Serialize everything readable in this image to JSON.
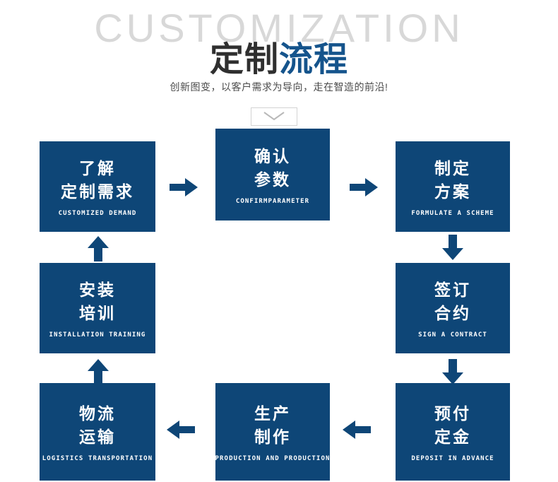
{
  "header": {
    "watermark": "CUSTOMIZATION",
    "title_part_dark": "定制",
    "title_part_blue": "流程",
    "subtitle": "创新图变，以客户需求为导向，走在智造的前沿!"
  },
  "colors": {
    "box_fill": "#0e4677",
    "accent_blue": "#15548c",
    "arrow": "#0e4677",
    "watermark": "#d8d8d8",
    "title_dark": "#2f2f2f"
  },
  "chevron_badge": {
    "icon": "chevron-down-icon"
  },
  "steps": [
    {
      "id": 1,
      "cn_line1": "了解",
      "cn_line2": "定制需求",
      "en": "CUSTOMIZED DEMAND"
    },
    {
      "id": 2,
      "cn_line1": "确认",
      "cn_line2": "参数",
      "en": "CONFIRMPARAMETER"
    },
    {
      "id": 3,
      "cn_line1": "制定",
      "cn_line2": "方案",
      "en": "FORMULATE A SCHEME"
    },
    {
      "id": 4,
      "cn_line1": "签订",
      "cn_line2": "合约",
      "en": "SIGN A CONTRACT"
    },
    {
      "id": 5,
      "cn_line1": "预付",
      "cn_line2": "定金",
      "en": "DEPOSIT IN ADVANCE"
    },
    {
      "id": 6,
      "cn_line1": "生产",
      "cn_line2": "制作",
      "en": "PRODUCTION AND PRODUCTION"
    },
    {
      "id": 7,
      "cn_line1": "物流",
      "cn_line2": "运输",
      "en": "LOGISTICS TRANSPORTATION"
    },
    {
      "id": 8,
      "cn_line1": "安装",
      "cn_line2": "培训",
      "en": "INSTALLATION TRAINING"
    }
  ],
  "arrows": [
    {
      "name": "arrow-right-icon",
      "direction": "right",
      "from": 1,
      "to": 2
    },
    {
      "name": "arrow-right-icon",
      "direction": "right",
      "from": 2,
      "to": 3
    },
    {
      "name": "arrow-down-icon",
      "direction": "down",
      "from": 3,
      "to": 4
    },
    {
      "name": "arrow-down-icon",
      "direction": "down",
      "from": 4,
      "to": 5
    },
    {
      "name": "arrow-left-icon",
      "direction": "left",
      "from": 5,
      "to": 6
    },
    {
      "name": "arrow-left-icon",
      "direction": "left",
      "from": 6,
      "to": 7
    },
    {
      "name": "arrow-up-icon",
      "direction": "up",
      "from": 7,
      "to": 8
    },
    {
      "name": "arrow-up-icon",
      "direction": "up",
      "from": 8,
      "to": 1
    }
  ]
}
